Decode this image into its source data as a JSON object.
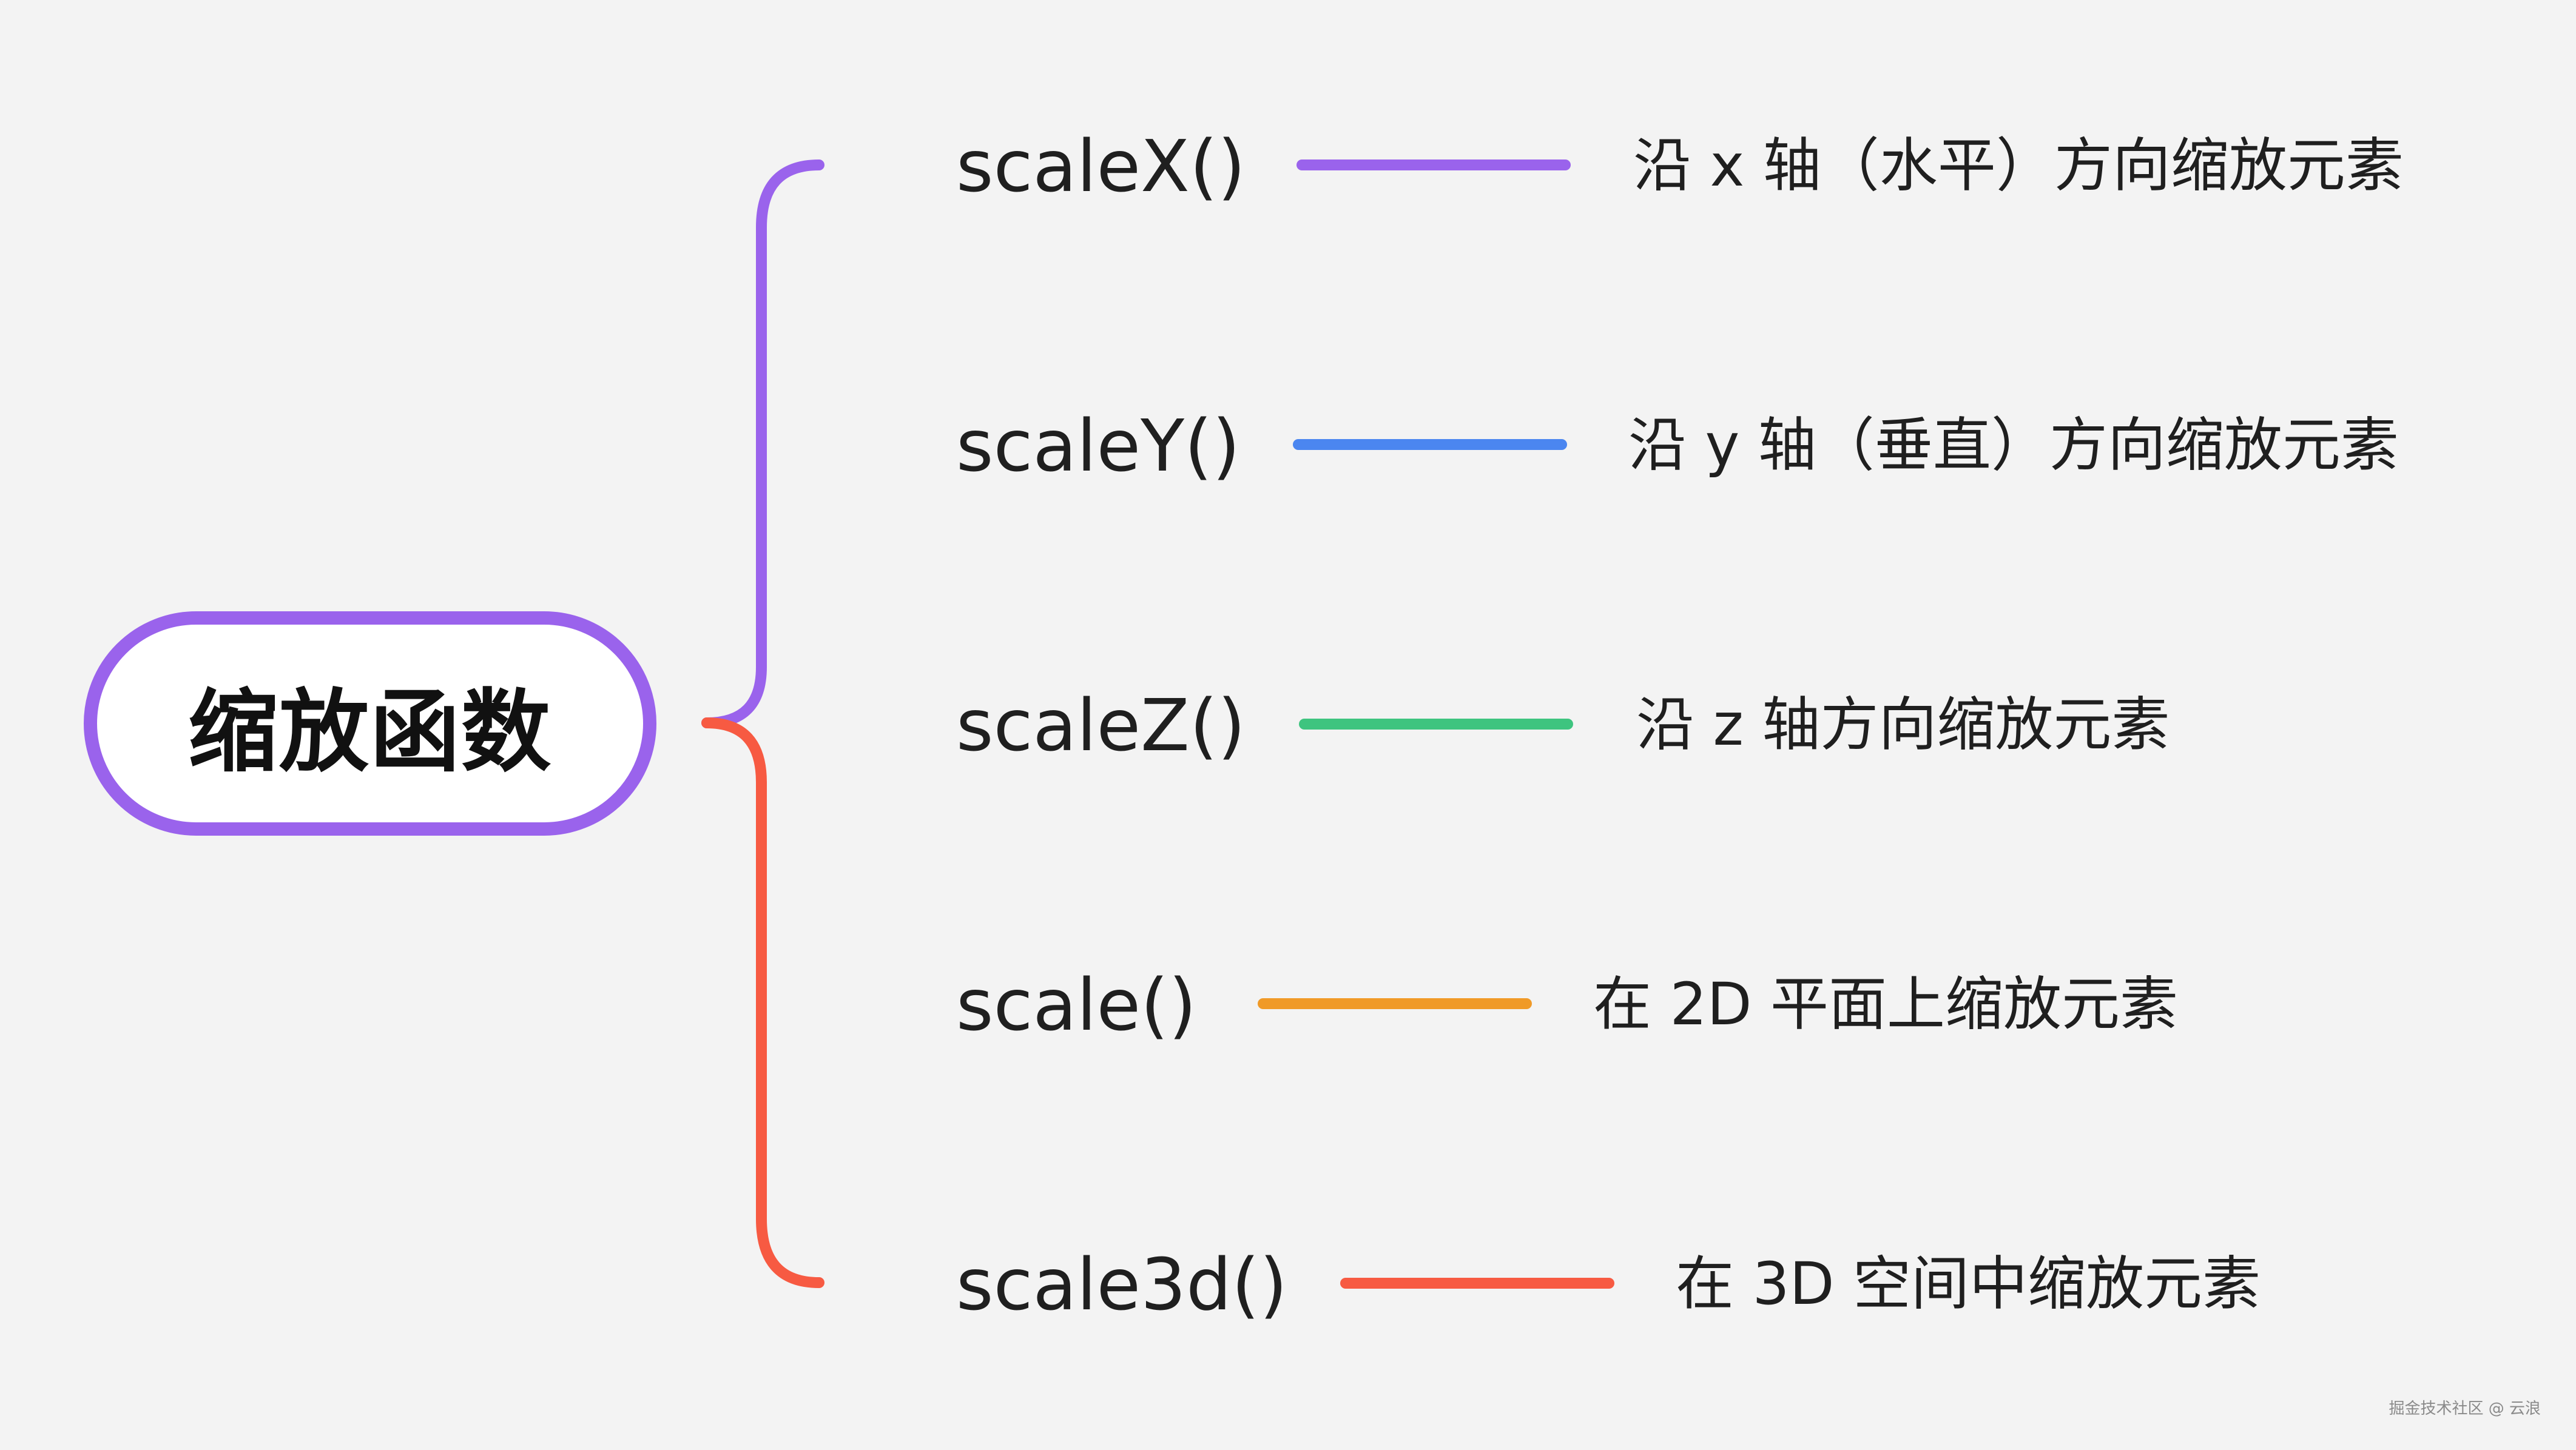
{
  "root": {
    "label": "缩放函数",
    "border_color": "#9a63ec"
  },
  "branches": [
    {
      "function": "scaleX()",
      "description": "沿 x 轴（水平）方向缩放元素",
      "color": "#9a63ec"
    },
    {
      "function": "scaleY()",
      "description": "沿 y 轴（垂直）方向缩放元素",
      "color": "#4b86f0"
    },
    {
      "function": "scaleZ()",
      "description": "沿 z 轴方向缩放元素",
      "color": "#3ec47f"
    },
    {
      "function": "scale()",
      "description": "在 2D 平面上缩放元素",
      "color": "#f09a27"
    },
    {
      "function": "scale3d()",
      "description": "在 3D 空间中缩放元素",
      "color": "#f75a42"
    }
  ],
  "brace": {
    "upper_color": "#9a63ec",
    "lower_color": "#f75a42"
  },
  "watermark": "掘金技术社区 @ 云浪"
}
